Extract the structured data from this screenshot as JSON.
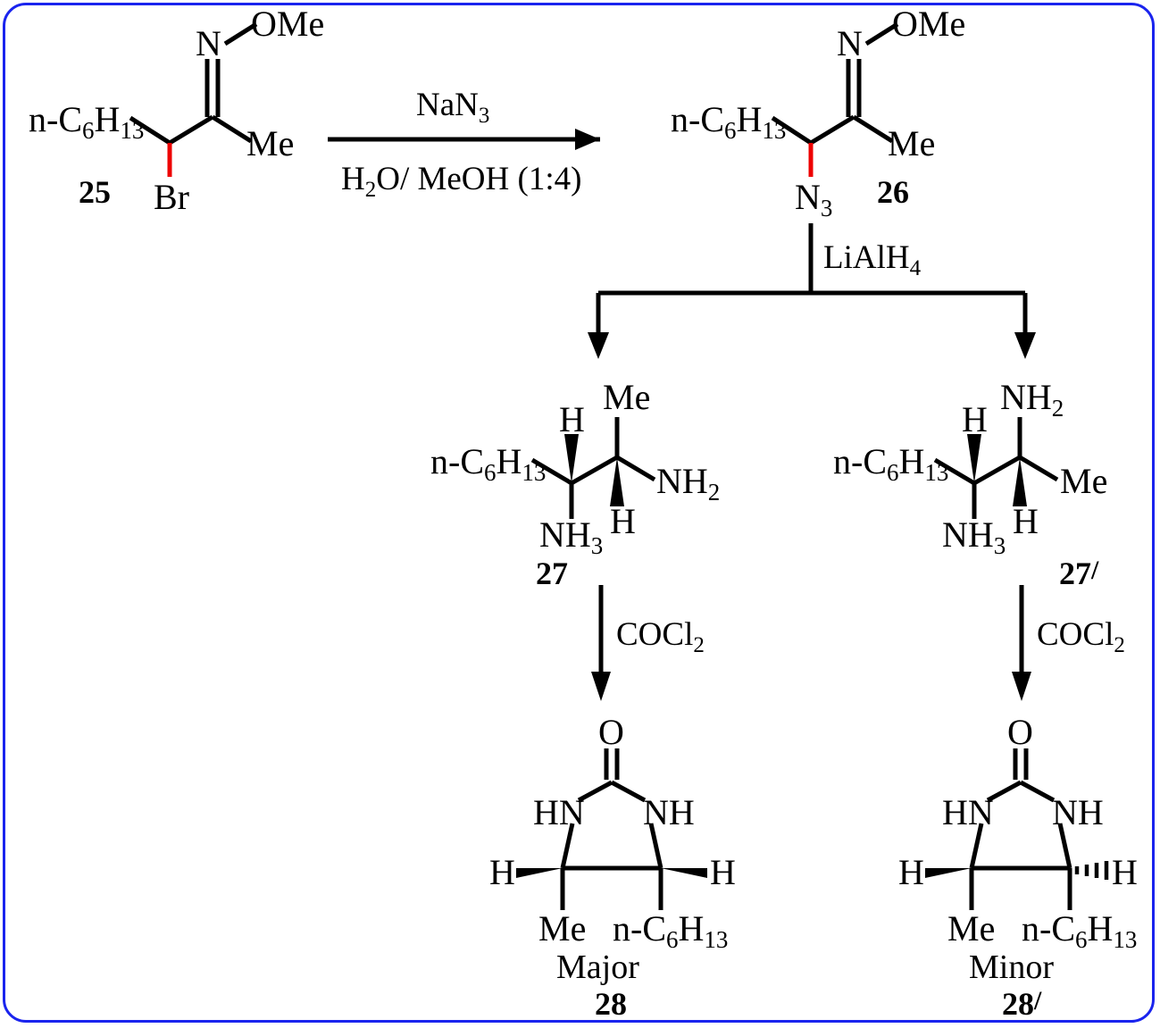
{
  "figure": {
    "kind": "reaction-scheme",
    "border_color": "#1a24ee",
    "highlight_color": "#ee0000",
    "background": "#ffffff"
  },
  "compounds": {
    "c25": {
      "number": "25",
      "substituents": {
        "chain": "n-C₆H₁₃",
        "halide": "Br",
        "methyl": "Me",
        "imine_n": "N",
        "ether": "OMe"
      },
      "chain_main": "n-C",
      "chain_sub1": "6",
      "chain_mid": "H",
      "chain_sub2": "13"
    },
    "c26": {
      "number": "26",
      "substituents": {
        "chain": "n-C₆H₁₃",
        "azide": "N",
        "azide_sub": "3",
        "methyl": "Me",
        "imine_n": "N",
        "ether": "OMe"
      }
    },
    "c27": {
      "number": "27",
      "prime": "",
      "labels": {
        "chain": "n-C",
        "chain_sub1": "6",
        "chain_mid": "H",
        "chain_sub2": "13",
        "h_left": "H",
        "h_right": "H",
        "top": "Me",
        "right": "NH",
        "right_sub": "2",
        "bottom": "NH",
        "bottom_sub": "3"
      }
    },
    "c27p": {
      "number": "27",
      "prime": "/",
      "labels": {
        "chain": "n-C",
        "chain_sub1": "6",
        "chain_mid": "H",
        "chain_sub2": "13",
        "h_left": "H",
        "h_right": "H",
        "top": "NH",
        "top_sub": "2",
        "right": "Me",
        "bottom": "NH",
        "bottom_sub": "3"
      }
    },
    "c28": {
      "number": "28",
      "prime": "",
      "role": "Major",
      "labels": {
        "carbonyl_o": "O",
        "nh_left": "HN",
        "nh_right": "NH",
        "h_left": "H",
        "h_right": "H",
        "sub_left": "Me",
        "sub_right": "n-C",
        "sub_right_sub1": "6",
        "sub_right_mid": "H",
        "sub_right_sub2": "13"
      },
      "stereo": {
        "h_left": "wedge",
        "h_right": "wedge"
      }
    },
    "c28p": {
      "number": "28",
      "prime": "/",
      "role": "Minor",
      "labels": {
        "carbonyl_o": "O",
        "nh_left": "HN",
        "nh_right": "NH",
        "h_left": "H",
        "h_right": "H",
        "sub_left": "Me",
        "sub_right": "n-C",
        "sub_right_sub1": "6",
        "sub_right_mid": "H",
        "sub_right_sub2": "13"
      },
      "stereo": {
        "h_left": "wedge",
        "h_right": "hash"
      }
    }
  },
  "conditions": {
    "step1_reagent": "NaN",
    "step1_reagent_sub": "3",
    "step1_solvent_a": "H",
    "step1_solvent_a_sub": "2",
    "step1_solvent_b": "O/ MeOH (1:4)",
    "step2_reagent": "LiAlH",
    "step2_reagent_sub": "4",
    "step3_reagent_left": "COCl",
    "step3_reagent_left_sub": "2",
    "step3_reagent_right": "COCl",
    "step3_reagent_right_sub": "2"
  }
}
